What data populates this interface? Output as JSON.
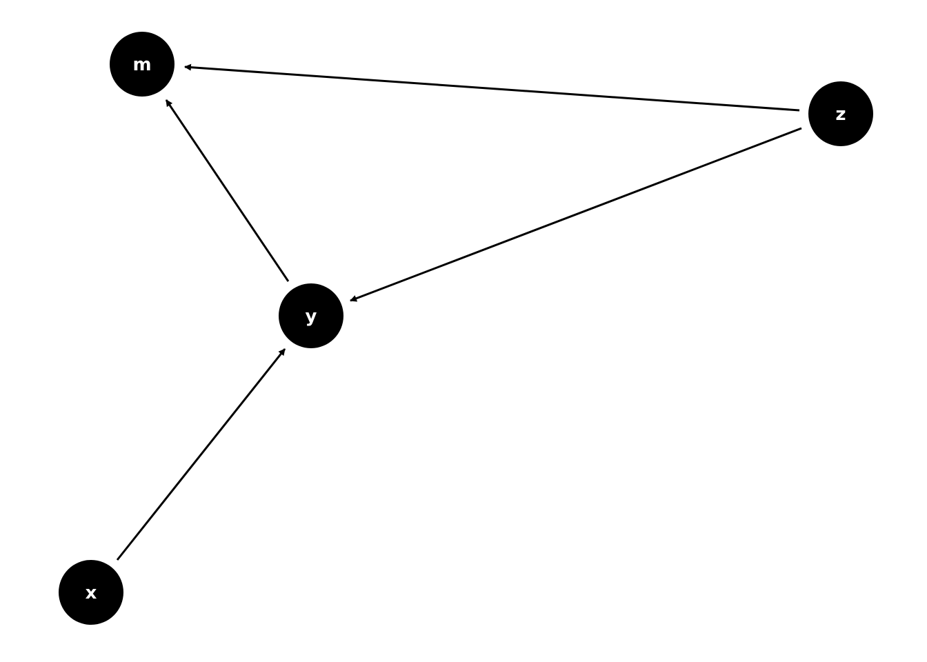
{
  "diagram": {
    "type": "directed-acyclic-graph",
    "colors": {
      "node_fill": "#000000",
      "node_text": "#ffffff",
      "edge": "#000000",
      "background": "#ffffff"
    },
    "nodes": [
      {
        "id": "m",
        "label": "m"
      },
      {
        "id": "z",
        "label": "z"
      },
      {
        "id": "y",
        "label": "y"
      },
      {
        "id": "x",
        "label": "x"
      }
    ],
    "edges": [
      {
        "from": "z",
        "to": "m"
      },
      {
        "from": "y",
        "to": "m"
      },
      {
        "from": "z",
        "to": "y"
      },
      {
        "from": "x",
        "to": "y"
      }
    ]
  }
}
